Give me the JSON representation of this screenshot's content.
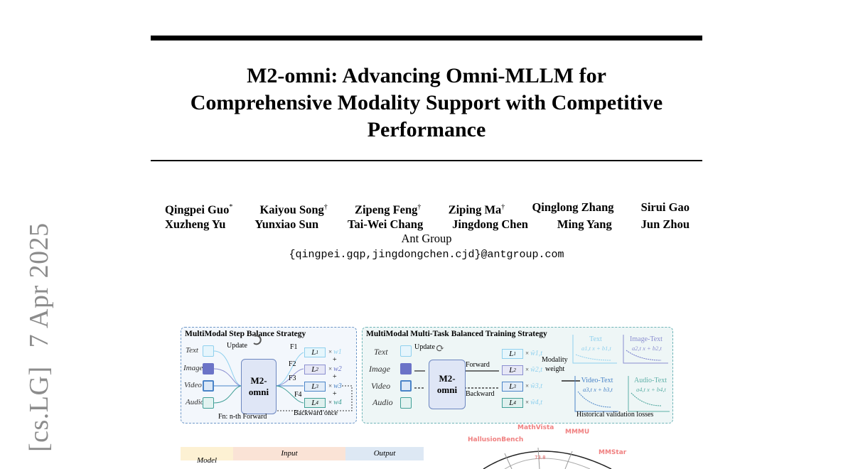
{
  "stamp": {
    "category": "[cs.LG]",
    "date": "7 Apr 2025"
  },
  "title": {
    "line1": "M2-omni: Advancing Omni-MLLM for",
    "line2": "Comprehensive Modality Support with Competitive",
    "line3": "Performance"
  },
  "authors": {
    "row1": [
      {
        "name": "Qingpei Guo",
        "mark": "*"
      },
      {
        "name": "Kaiyou Song",
        "mark": "†"
      },
      {
        "name": "Zipeng Feng",
        "mark": "†"
      },
      {
        "name": "Ziping Ma",
        "mark": "†"
      },
      {
        "name": "Qinglong Zhang",
        "mark": ""
      },
      {
        "name": "Sirui Gao",
        "mark": ""
      }
    ],
    "row2": [
      {
        "name": "Xuzheng Yu"
      },
      {
        "name": "Yunxiao Sun"
      },
      {
        "name": "Tai-Wei Chang"
      },
      {
        "name": "Jingdong Chen"
      },
      {
        "name": "Ming Yang"
      },
      {
        "name": "Jun Zhou"
      }
    ],
    "affiliation": "Ant Group",
    "email": "{qingpei.gqp,jingdongchen.cjd}@antgroup.com"
  },
  "figure": {
    "left_panel": {
      "title": "MultiModal Step Balance Strategy",
      "modalities": [
        "Text",
        "Image",
        "Video",
        "Audio"
      ],
      "update_label": "Update",
      "model_line1": "M2-",
      "model_line2": "omni",
      "forwards": [
        "F1",
        "F2",
        "F3",
        "F4"
      ],
      "losses": [
        "L",
        "L",
        "L",
        "L"
      ],
      "loss_subs": [
        "1",
        "2",
        "3",
        "4"
      ],
      "weights": [
        "w1",
        "w2",
        "w3",
        "w4"
      ],
      "times": "×",
      "plus": "+",
      "forward_caption": "Fn: n-th Forward",
      "backward_caption": "Backward once"
    },
    "right_panel": {
      "title": "MultiModal Multi-Task Balanced Training Strategy",
      "modalities": [
        "Text",
        "Image",
        "Video",
        "Audio"
      ],
      "update_label": "Update",
      "model_line1": "M2-",
      "model_line2": "omni",
      "forward_label": "Forward",
      "backward_label": "Backward",
      "loss_subs": [
        "1",
        "2",
        "3",
        "4"
      ],
      "weights": [
        "ŵ1,t",
        "ŵ2,t",
        "ŵ3,t",
        "ŵ4,t"
      ],
      "modality_weight_line1": "Modality",
      "modality_weight_line2": "weight",
      "plots": [
        {
          "title": "Text",
          "eq": "a1,t x + b1,t",
          "color": "#8fd0ee"
        },
        {
          "title": "Image-Text",
          "eq": "a2,t x + b2,t",
          "color": "#8b8fd0"
        },
        {
          "title": "Video-Text",
          "eq": "a3,t x + b3,t",
          "color": "#4a84c8"
        },
        {
          "title": "Audio-Text",
          "eq": "a4,t x + b4,t",
          "color": "#5fb0a8"
        }
      ],
      "plots_caption": "Historical validation losses"
    },
    "colors": {
      "text": "#8fd0ee",
      "image": "#8b8fd0",
      "video": "#4a84c8",
      "audio": "#3f9f96"
    }
  },
  "table": {
    "headers": [
      "Model",
      "Input",
      "Output"
    ]
  },
  "radar": {
    "labels": [
      "HallusionBench",
      "MathVista",
      "MMMU",
      "MMStar"
    ],
    "tick_value": "73.8"
  }
}
